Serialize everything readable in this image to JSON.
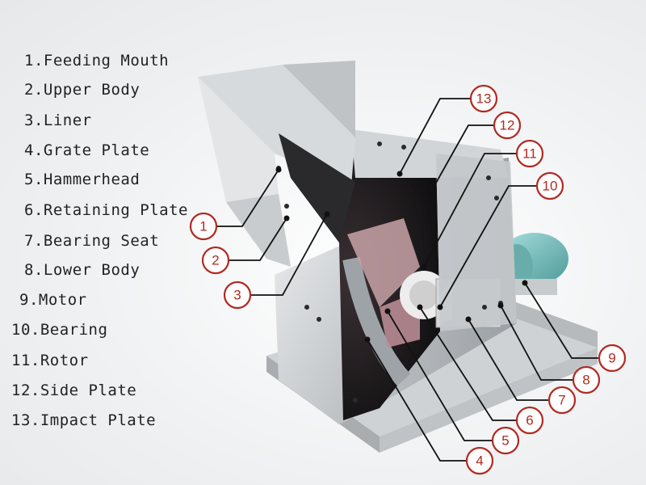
{
  "legend": {
    "items": [
      {
        "num": "1.",
        "label": "Feeding Mouth"
      },
      {
        "num": "2.",
        "label": "Upper Body"
      },
      {
        "num": "3.",
        "label": "Liner"
      },
      {
        "num": "4.",
        "label": "Grate Plate"
      },
      {
        "num": "5.",
        "label": "Hammerhead"
      },
      {
        "num": "6.",
        "label": "Retaining Plate"
      },
      {
        "num": "7.",
        "label": "Bearing Seat"
      },
      {
        "num": "8.",
        "label": "Lower Body"
      },
      {
        "num": "9.",
        "label": "Motor"
      },
      {
        "num": "10.",
        "label": "Bearing"
      },
      {
        "num": "11.",
        "label": "Rotor"
      },
      {
        "num": "12.",
        "label": "Side Plate"
      },
      {
        "num": "13.",
        "label": "Impact Plate"
      }
    ]
  },
  "callouts": [
    "1",
    "2",
    "3",
    "4",
    "5",
    "6",
    "7",
    "8",
    "9",
    "10",
    "11",
    "12",
    "13"
  ],
  "colors": {
    "callout_accent": "#b12a22",
    "steel_light": "#d9dcde",
    "steel_mid": "#b9bdc0",
    "steel_dark": "#8f9498",
    "interior": "#1b1b1d",
    "hammer": "#c9a3a8",
    "motor": "#7ec3c2"
  }
}
